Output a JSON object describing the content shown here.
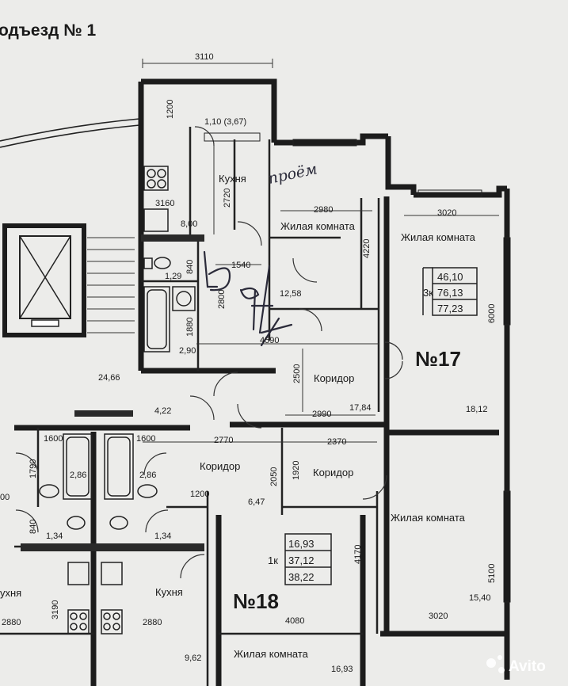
{
  "header": {
    "title": "одъезд № 1"
  },
  "handwritten_note": "проём",
  "apartments": [
    {
      "number": "№17",
      "type": "3к",
      "areas": [
        "46,10",
        "76,13",
        "77,23"
      ]
    },
    {
      "number": "№18",
      "type": "1к",
      "areas": [
        "16,93",
        "37,12",
        "38,22"
      ]
    }
  ],
  "rooms": {
    "kitchen_17": "Кухня",
    "living_a": "Жилая комната",
    "living_b": "Жилая комната",
    "corridor_17": "Коридор",
    "corridor_left": "Коридор",
    "corridor_18": "Коридор",
    "living_c": "Жилая комната",
    "kitchen_left": "ухня",
    "kitchen_18": "Кухня",
    "living_18": "Жилая комната"
  },
  "dims": {
    "d3110": "3110",
    "d1200a": "1200",
    "balcony": "1,10 (3,67)",
    "d2720": "2720",
    "d3160": "3160",
    "a800": "8,00",
    "d2980": "2980",
    "d4220": "4220",
    "d3020a": "3020",
    "d840": "840",
    "a129": "1,29",
    "d1540": "1540",
    "a1258": "12,58",
    "d6000": "6000",
    "d2800": "2800",
    "d1880": "1880",
    "a290": "2,90",
    "d4590": "4590",
    "a2466": "24,66",
    "d2500": "2500",
    "a1784": "17,84",
    "a1812": "18,12",
    "a422": "4,22",
    "d2990": "2990",
    "d1600a": "1600",
    "d1600b": "1600",
    "d2770": "2770",
    "d2370": "2370",
    "d1790": "1790",
    "a286a": "2,86",
    "a286b": "2,86",
    "d2050": "2050",
    "d1920": "1920",
    "a647": "6,47",
    "d1200b": "1200",
    "d00": "00",
    "d840b": "840",
    "a134a": "1,34",
    "a134b": "1,34",
    "d4170": "4170",
    "d5100": "5100",
    "d3190": "3190",
    "d2880a": "2880",
    "d2880b": "2880",
    "d4080": "4080",
    "a1540": "15,40",
    "d3020b": "3020",
    "a962": "9,62",
    "a1693": "16,93"
  },
  "watermark": "Avito"
}
